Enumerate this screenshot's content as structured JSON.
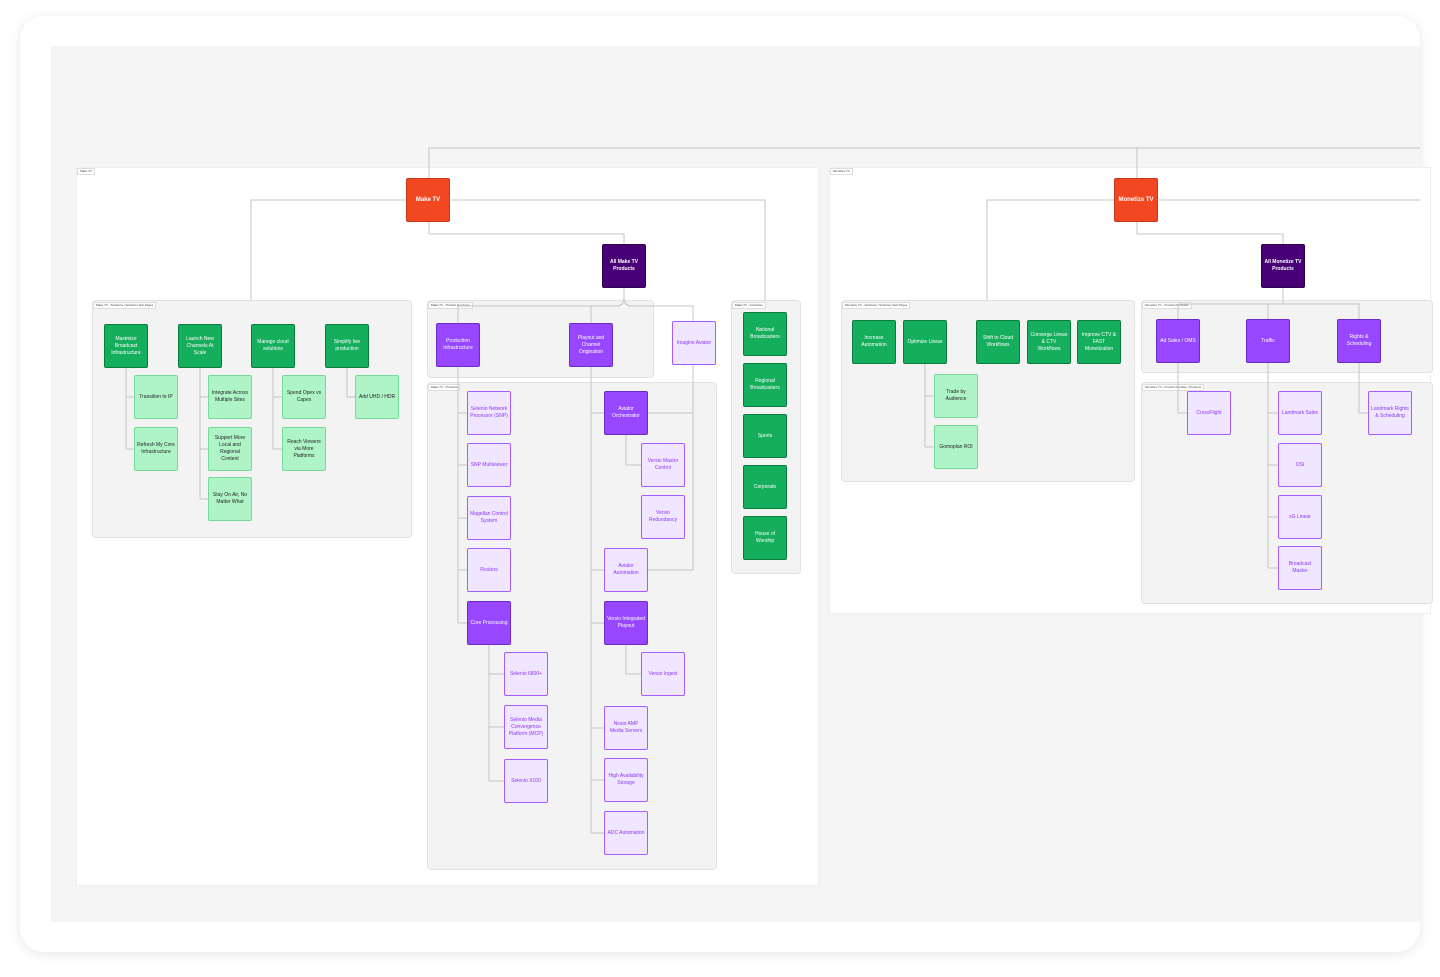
{
  "make_tv": {
    "frame_label": "Make TV",
    "root": "Make TV",
    "products_node": "All Make TV Products",
    "solutions_label": "Make TV - Solutions / Solutions Sub Pages",
    "functions_label": "Make TV - Product Functions",
    "products_label": "Make TV - Products",
    "industries_label": "Make TV - Industries",
    "solutions": [
      "Maximize Broadcast Infrastructure",
      "Launch New Channels At Scale",
      "Manage cloud solutions",
      "Simplify live production"
    ],
    "sub_solutions": [
      "Transition to IP",
      "Refresh My Core Infrastructure",
      "Integrate Across Multiple Sites",
      "Support More Local and Regional Content",
      "Stay On Air, No Matter What",
      "Spend Opex vs Capex",
      "Reach Viewers via More Platforms",
      "Add UHD / HDR"
    ],
    "functions": [
      "Production Infrastructure",
      "Playout and Channel Origination",
      "Imagine Aviator"
    ],
    "products": [
      "Selenio Network Processor (SNP)",
      "SNP Multiviewer",
      "Magellan Control System",
      "Routers",
      "Core Processing",
      "Selenio 6800+",
      "Selenio Media Convergence Platform (MCP)",
      "Selenio X100",
      "Aviator Orchestrator",
      "Versio Master Control",
      "Versio Redundancy",
      "Aviator Automation",
      "Versio Integrated Playout",
      "Versio Ingest",
      "Nexio AMP Media Servers",
      "High Availability Storage",
      "ADC Automation"
    ],
    "industries": [
      "National Broadcasters",
      "Regional Broadcasters",
      "Sports",
      "Corporate",
      "House of Worship"
    ]
  },
  "monetize_tv": {
    "frame_label": "Monetize TV",
    "root": "Monetize TV",
    "products_node": "All Monetize TV Products",
    "solutions_label": "Monetize TV - Solutions / Solutions Sub Pages",
    "functions_label": "Monetize TV - Product Functions",
    "products_label": "Monetize TV - Product Families / Products",
    "solutions": [
      "Increase Automation",
      "Optimize Linear",
      "Shift to Cloud Workflows",
      "Converge Linear & CTV Workflows",
      "Improve CTV & FAST Monetization"
    ],
    "sub_solutions": [
      "Trade by Audience",
      "Gomoplan ROI"
    ],
    "functions": [
      "Ad Sales / OMS",
      "Traffic",
      "Rights & Scheduling"
    ],
    "products": [
      "CrossFlight",
      "Landmark Sales",
      "OSI",
      "xG Linear",
      "Broadcast Master",
      "Landmark Rights & Scheduling"
    ]
  },
  "colors": {
    "root": "#f24822",
    "products_node": "#470075",
    "function": "#9747ff",
    "product": "#f1e6ff",
    "solution": "#14ae5c",
    "sub_solution": "#aff4c6"
  }
}
